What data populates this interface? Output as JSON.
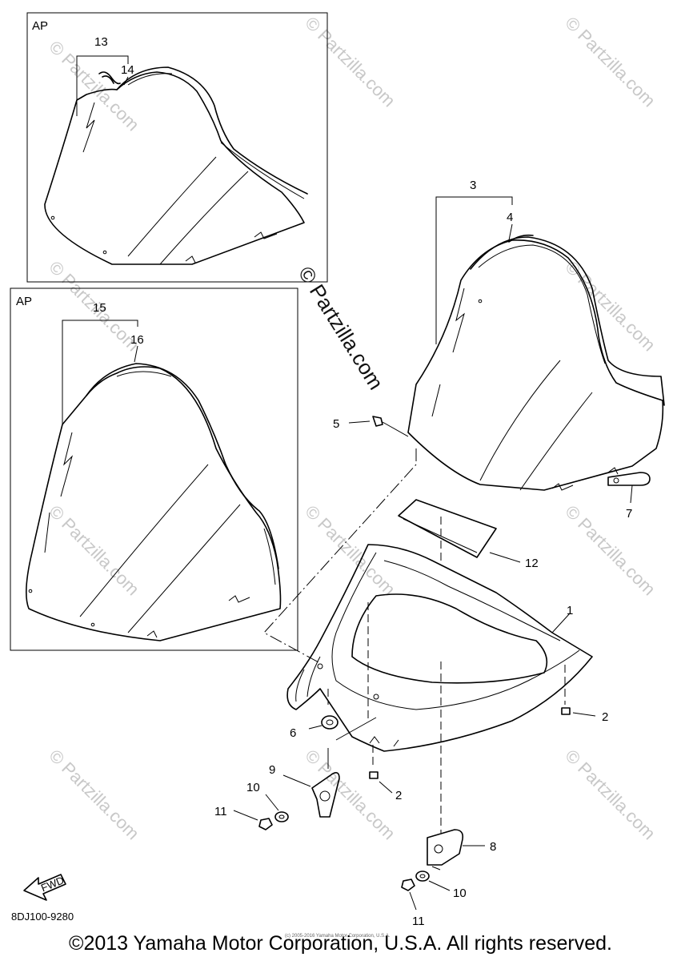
{
  "diagram": {
    "alt_parts_label": "AP",
    "callouts": {
      "c1": "1",
      "c2a": "2",
      "c2b": "2",
      "c3": "3",
      "c4": "4",
      "c5": "5",
      "c6": "6",
      "c7": "7",
      "c8": "8",
      "c9": "9",
      "c10a": "10",
      "c10b": "10",
      "c11a": "11",
      "c11b": "11",
      "c12": "12",
      "c13": "13",
      "c14": "14",
      "c15": "15",
      "c16": "16"
    },
    "diagram_code": "8DJ100-9280",
    "fwd_label": "FWD",
    "watermark": "© Partzilla.com",
    "fine_print": "(c) 2005-2016 Yamaha Motor Corporation, U.S.A."
  },
  "footer": {
    "copyright": "©2013 Yamaha Motor Corporation, U.S.A. All rights reserved."
  }
}
